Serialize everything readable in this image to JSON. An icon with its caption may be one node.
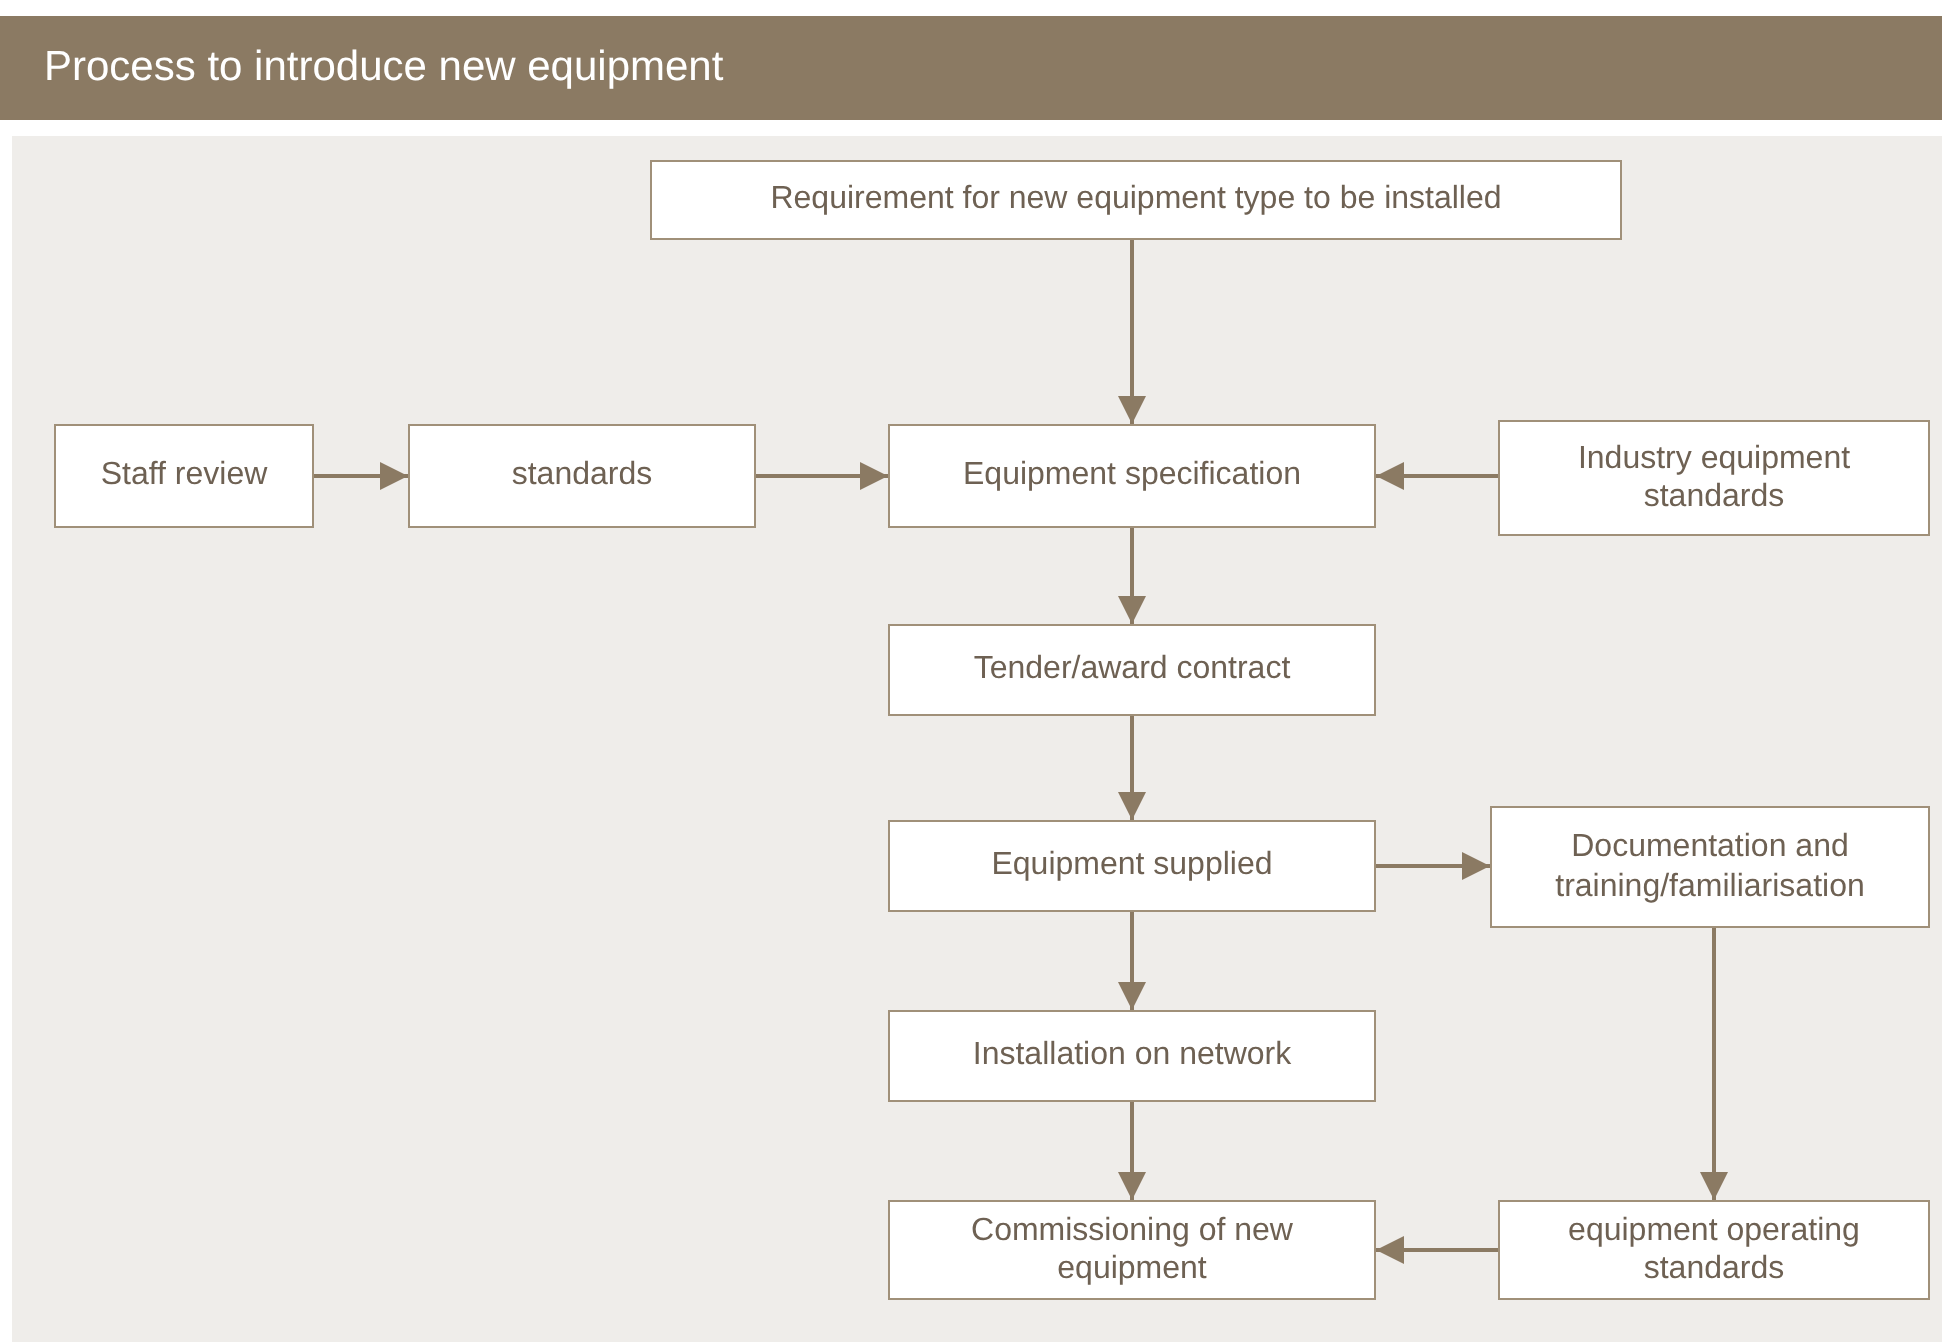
{
  "diagram": {
    "title": "Process to introduce new equipment",
    "nodes": [
      {
        "text": [
          "Requirement for new equipment type to be installed"
        ]
      },
      {
        "text": [
          "Staff review"
        ]
      },
      {
        "text": [
          "standards"
        ]
      },
      {
        "text": [
          "Equipment specification"
        ]
      },
      {
        "text": [
          "Industry equipment standards"
        ]
      },
      {
        "text": [
          "Tender/award contract"
        ]
      },
      {
        "text": [
          "Equipment supplied"
        ]
      },
      {
        "text": [
          "Documentation and training/familiarisation"
        ]
      },
      {
        "text": [
          "Installation on network"
        ]
      },
      {
        "text": [
          "Commissioning of new equipment"
        ]
      },
      {
        "text": [
          "equipment operating standards"
        ]
      }
    ],
    "edges": [
      {
        "from": 0,
        "to": 3,
        "arrow": "to"
      },
      {
        "from": 1,
        "to": 2,
        "arrow": "to"
      },
      {
        "from": 2,
        "to": 3,
        "arrow": "to"
      },
      {
        "from": 4,
        "to": 3,
        "arrow": "to"
      },
      {
        "from": 3,
        "to": 5,
        "arrow": "to"
      },
      {
        "from": 5,
        "to": 6,
        "arrow": "to"
      },
      {
        "from": 6,
        "to": 7,
        "arrow": "to"
      },
      {
        "from": 6,
        "to": 8,
        "arrow": "to"
      },
      {
        "from": 8,
        "to": 9,
        "arrow": "to"
      },
      {
        "from": 7,
        "to": 10,
        "arrow": "to"
      },
      {
        "from": 10,
        "to": 9,
        "arrow": "to"
      }
    ]
  }
}
